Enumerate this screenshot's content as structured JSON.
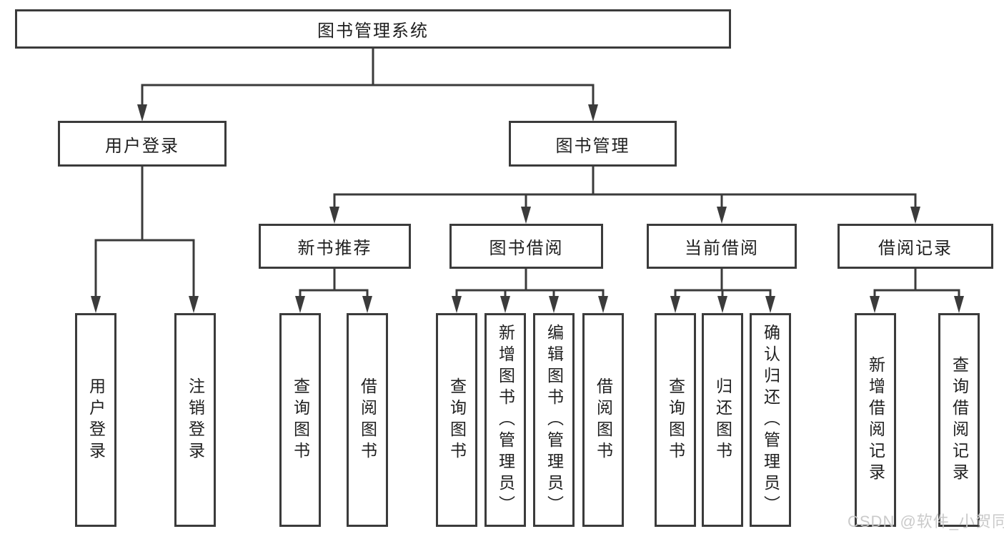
{
  "diagram": {
    "tree": {
      "label": "图书管理系统",
      "children": [
        {
          "label": "用户登录",
          "children": [
            {
              "label": "用户登录"
            },
            {
              "label": "注销登录"
            }
          ]
        },
        {
          "label": "图书管理",
          "children": [
            {
              "label": "新书推荐",
              "children": [
                {
                  "label": "查询图书"
                },
                {
                  "label": "借阅图书"
                }
              ]
            },
            {
              "label": "图书借阅",
              "children": [
                {
                  "label": "查询图书"
                },
                {
                  "label": "新增图书（管理员）"
                },
                {
                  "label": "编辑图书（管理员）"
                },
                {
                  "label": "借阅图书"
                }
              ]
            },
            {
              "label": "当前借阅",
              "children": [
                {
                  "label": "查询图书"
                },
                {
                  "label": "归还图书"
                },
                {
                  "label": "确认归还（管理员）"
                }
              ]
            },
            {
              "label": "借阅记录",
              "children": [
                {
                  "label": "新增借阅记录"
                },
                {
                  "label": "查询借阅记录"
                }
              ]
            }
          ]
        }
      ]
    },
    "watermark": "CSDN @软件_小贺同学",
    "colors": {
      "line": "#3b3b3b",
      "box_border": "#3b3b3b",
      "text": "#1f1f1f",
      "background": "#ffffff",
      "watermark": "#c7c7c7"
    }
  }
}
